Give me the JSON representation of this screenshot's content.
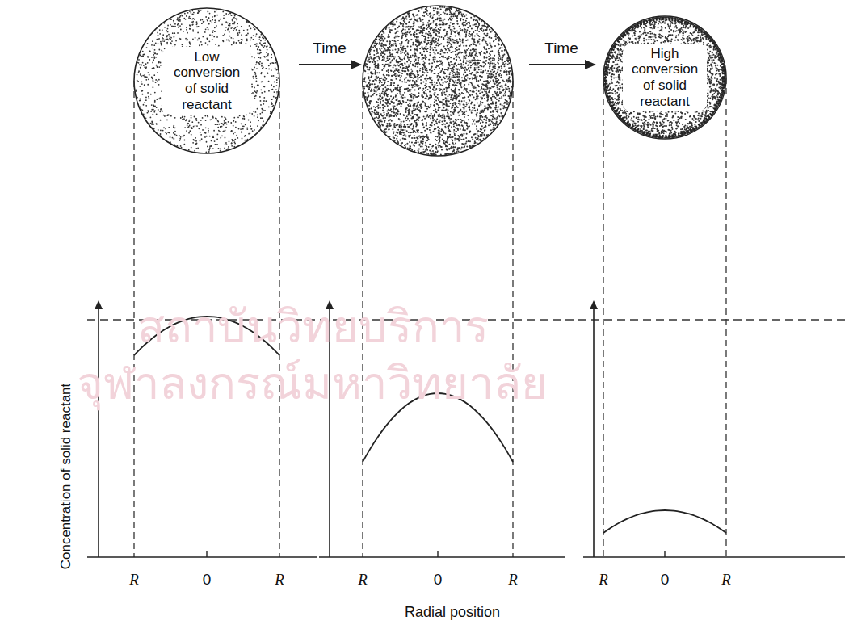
{
  "diagram": {
    "nodes": [
      {
        "text": [
          "Low conversion of solid reactant"
        ]
      },
      {
        "text": [
          "High conversion of solid reactant"
        ]
      }
    ],
    "labels": [
      "Time",
      "Time",
      "Concentration of solid reactant",
      "R",
      "0",
      "R",
      "R",
      "0",
      "R",
      "R",
      "0",
      "R",
      "Radial position",
      "สถาบันวิทยบริการ",
      "จุฬาลงกรณ์มหาวิทยาลัย"
    ]
  }
}
